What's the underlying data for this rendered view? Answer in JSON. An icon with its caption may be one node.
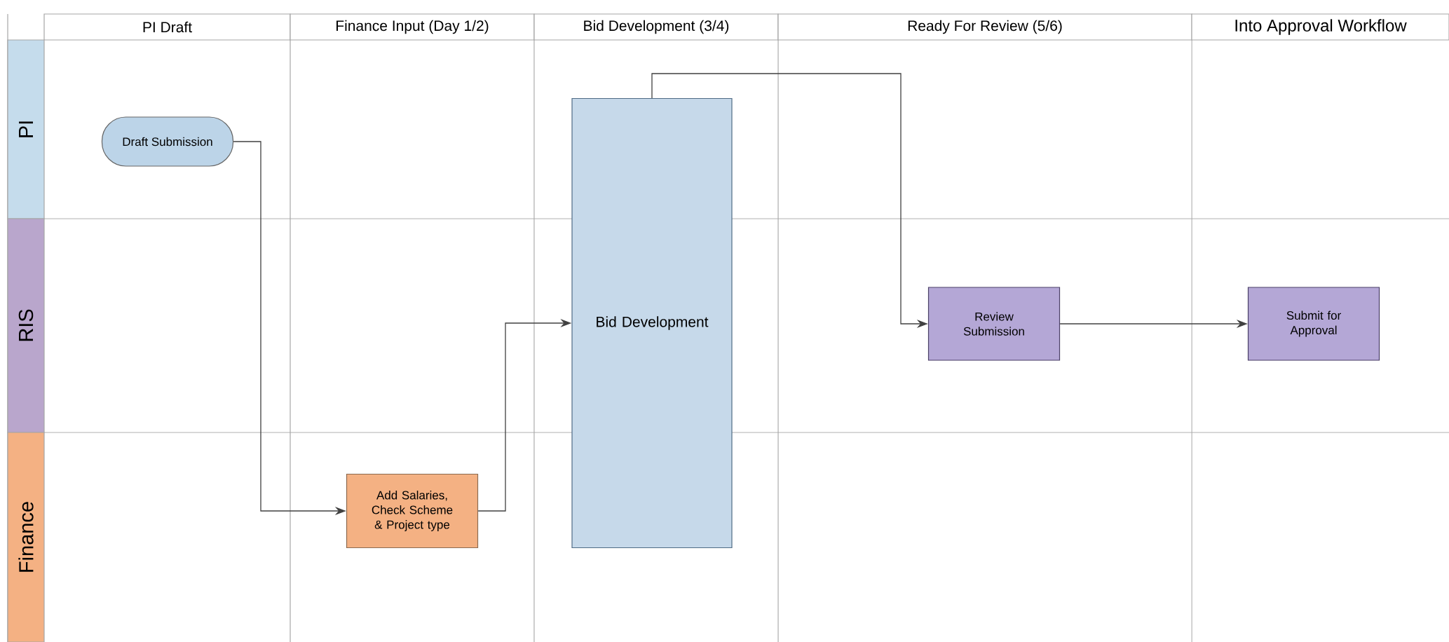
{
  "diagram": {
    "nodes": [
      {
        "text": [
          "PI Draft"
        ]
      },
      {
        "text": [
          "Finance Input (Day 1/2)"
        ]
      },
      {
        "text": [
          "Bid Development (3/4)"
        ]
      },
      {
        "text": [
          "Ready For Review (5/6)"
        ]
      },
      {
        "text": [
          "Into Approval Workflow"
        ]
      },
      {
        "text": [
          "PI"
        ]
      },
      {
        "text": [
          "RIS"
        ]
      },
      {
        "text": [
          "Finance"
        ]
      },
      {
        "text": [
          "Draft Submission"
        ]
      },
      {
        "text": [
          "Add Salaries, Check Scheme & Project type"
        ]
      },
      {
        "text": [
          "Bid Development"
        ]
      },
      {
        "text": [
          "Review Submission"
        ]
      },
      {
        "text": [
          "Submit for Approval"
        ]
      }
    ],
    "edges": [
      {
        "from": 8,
        "to": 9,
        "arrow": "to"
      },
      {
        "from": 9,
        "to": 10,
        "arrow": "to"
      },
      {
        "from": 10,
        "to": 11,
        "arrow": "to"
      },
      {
        "from": 11,
        "to": 12,
        "arrow": "to"
      }
    ]
  }
}
